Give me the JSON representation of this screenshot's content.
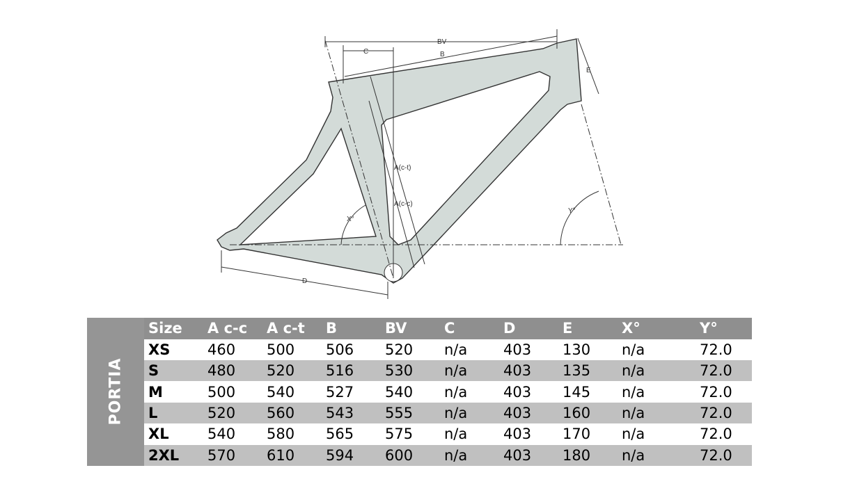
{
  "diagram": {
    "labels": {
      "bv": "BV",
      "b": "B",
      "c": "C",
      "e": "E",
      "act": "A(c-t)",
      "acc": "A(c-c)",
      "x": "X°",
      "y": "Y°",
      "d": "D"
    },
    "frame_fill": "#d3dbd8"
  },
  "table": {
    "model": "PORTIA",
    "headers": [
      "Size",
      "A c-c",
      "A c-t",
      "B",
      "BV",
      "C",
      "D",
      "E",
      "X°",
      "Y°"
    ],
    "rows": [
      [
        "XS",
        "460",
        "500",
        "506",
        "520",
        "n/a",
        "403",
        "130",
        "n/a",
        "72.0"
      ],
      [
        "S",
        "480",
        "520",
        "516",
        "530",
        "n/a",
        "403",
        "135",
        "n/a",
        "72.0"
      ],
      [
        "M",
        "500",
        "540",
        "527",
        "540",
        "n/a",
        "403",
        "145",
        "n/a",
        "72.0"
      ],
      [
        "L",
        "520",
        "560",
        "543",
        "555",
        "n/a",
        "403",
        "160",
        "n/a",
        "72.0"
      ],
      [
        "XL",
        "540",
        "580",
        "565",
        "575",
        "n/a",
        "403",
        "170",
        "n/a",
        "72.0"
      ],
      [
        "2XL",
        "570",
        "610",
        "594",
        "600",
        "n/a",
        "403",
        "180",
        "n/a",
        "72.0"
      ]
    ]
  }
}
